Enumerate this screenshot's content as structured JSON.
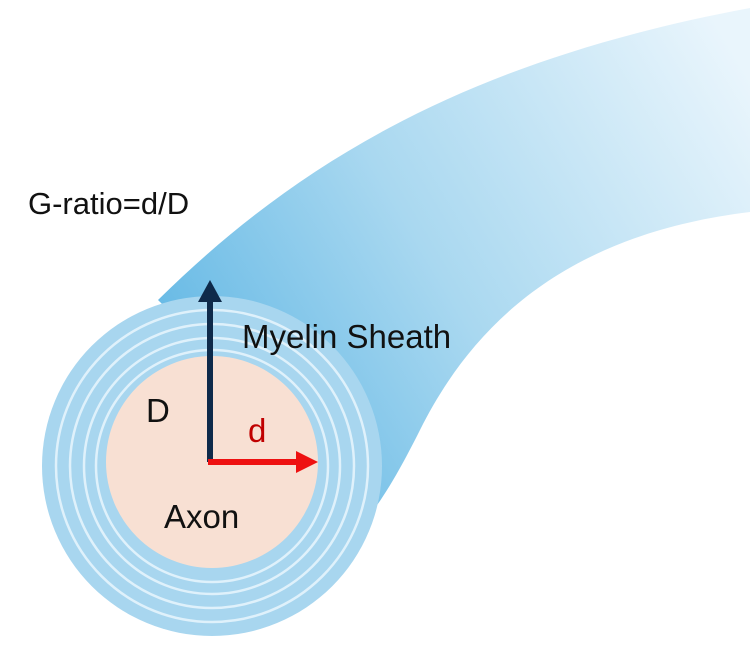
{
  "labels": {
    "formula": "G-ratio=d/D",
    "myelin": "Myelin Sheath",
    "outer_diameter": "D",
    "inner_diameter": "d",
    "axon": "Axon"
  },
  "colors": {
    "sheath_light": "#e9f5fc",
    "sheath_mid": "#a9d8f0",
    "sheath_dark": "#5fb6e4",
    "ring_outer": "#a8d6ef",
    "ring_line": "#dff1fb",
    "axon_fill": "#f8e0d3",
    "arrow_dark": "#0e2a4a",
    "arrow_red": "#ee1111",
    "text_dark": "#111111",
    "text_red": "#c00000"
  }
}
